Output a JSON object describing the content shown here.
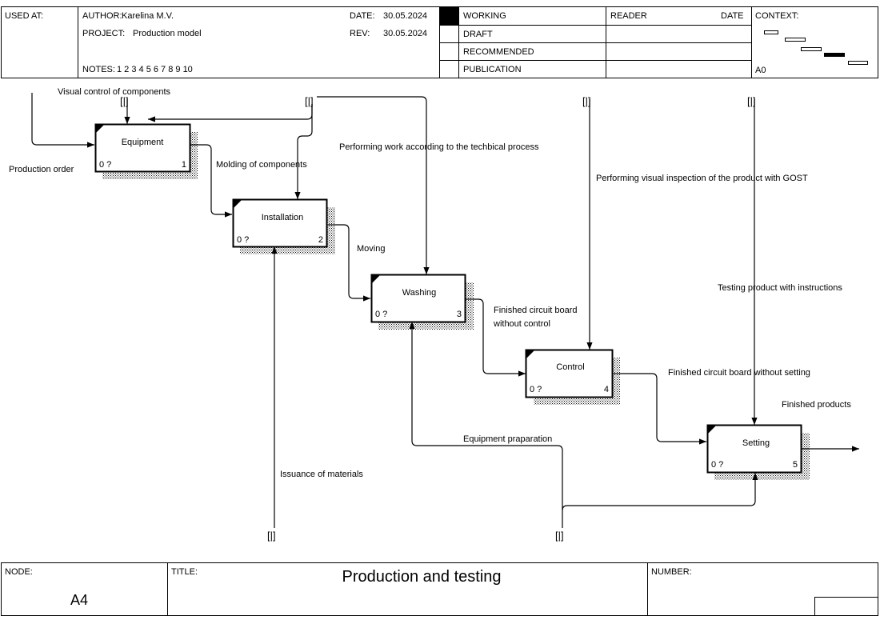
{
  "header": {
    "used_at_label": "USED AT:",
    "author_label": "AUTHOR:",
    "author_value": "Karelina M.V.",
    "project_label": "PROJECT:",
    "project_value": "Production model",
    "notes_label": "NOTES:",
    "notes_numbers": "1 2 3 4 5 6 7 8 9 10",
    "date_label": "DATE:",
    "date_value": "30.05.2024",
    "rev_label": "REV:",
    "rev_value": "30.05.2024",
    "status": [
      "WORKING",
      "DRAFT",
      "RECOMMENDED",
      "PUBLICATION"
    ],
    "reader_label": "READER",
    "reader_date_label": "DATE",
    "context_label": "CONTEXT:",
    "context_node": "A0"
  },
  "boxes": [
    {
      "name": "Equipment",
      "cost": "0 ?",
      "number": "1"
    },
    {
      "name": "Installation",
      "cost": "0 ?",
      "number": "2"
    },
    {
      "name": "Washing",
      "cost": "0 ?",
      "number": "3"
    },
    {
      "name": "Control",
      "cost": "0 ?",
      "number": "4"
    },
    {
      "name": "Setting",
      "cost": "0 ?",
      "number": "5"
    }
  ],
  "arrows": {
    "visual_control": "Visual control of components",
    "production_order": "Production order",
    "molding": "Molding of components",
    "performing_work": "Performing work according to the techbical process",
    "visual_inspection": "Performing visual inspection of the product with GOST",
    "moving": "Moving",
    "finished_no_control_1": "Finished circuit board",
    "finished_no_control_2": "without control",
    "testing_instructions": "Testing product with instructions",
    "finished_no_setting": "Finished circuit board without setting",
    "finished_products": "Finished products",
    "equipment_preparation": "Equipment praparation",
    "issuance_materials": "Issuance of materials"
  },
  "tunnel_glyph": "[|]",
  "footer": {
    "node_label": "NODE:",
    "node_value": "A4",
    "title_label": "TITLE:",
    "title_value": "Production and testing",
    "number_label": "NUMBER:"
  }
}
